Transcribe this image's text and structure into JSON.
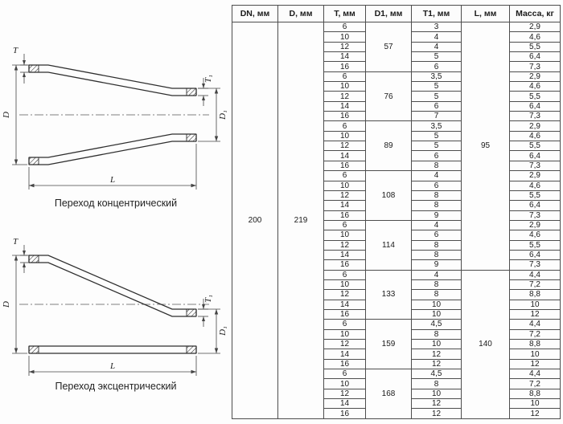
{
  "drawings": {
    "concentric": {
      "caption": "Переход концентрический",
      "labels": {
        "t": "T",
        "t1": "T₁",
        "d": "D",
        "d1": "D₁",
        "l": "L"
      }
    },
    "eccentric": {
      "caption": "Переход эксцентрический",
      "labels": {
        "t": "T",
        "t1": "T₁",
        "d": "D",
        "d1": "D₁",
        "l": "L"
      }
    }
  },
  "table": {
    "headers": [
      "DN, мм",
      "D, мм",
      "T, мм",
      "D1, мм",
      "T1, мм",
      "L, мм",
      "Масса, кг"
    ],
    "dn": "200",
    "d": "219",
    "t_values": [
      "6",
      "10",
      "12",
      "14",
      "16"
    ],
    "l_groups": [
      {
        "value": "95",
        "groups": 5
      },
      {
        "value": "140",
        "groups": 3
      }
    ],
    "groups": [
      {
        "d1": "57",
        "t1": [
          "3",
          "4",
          "4",
          "5",
          "6"
        ],
        "mass": [
          "2,9",
          "4,6",
          "5,5",
          "6,4",
          "7,3"
        ]
      },
      {
        "d1": "76",
        "t1": [
          "3,5",
          "5",
          "5",
          "6",
          "7"
        ],
        "mass": [
          "2,9",
          "4,6",
          "5,5",
          "6,4",
          "7,3"
        ]
      },
      {
        "d1": "89",
        "t1": [
          "3,5",
          "5",
          "5",
          "6",
          "8"
        ],
        "mass": [
          "2,9",
          "4,6",
          "5,5",
          "6,4",
          "7,3"
        ]
      },
      {
        "d1": "108",
        "t1": [
          "4",
          "6",
          "8",
          "8",
          "9"
        ],
        "mass": [
          "2,9",
          "4,6",
          "5,5",
          "6,4",
          "7,3"
        ]
      },
      {
        "d1": "114",
        "t1": [
          "4",
          "6",
          "8",
          "8",
          "9"
        ],
        "mass": [
          "2,9",
          "4,6",
          "5,5",
          "6,4",
          "7,3"
        ]
      },
      {
        "d1": "133",
        "t1": [
          "4",
          "8",
          "8",
          "10",
          "10"
        ],
        "mass": [
          "4,4",
          "7,2",
          "8,8",
          "10",
          "12"
        ]
      },
      {
        "d1": "159",
        "t1": [
          "4,5",
          "8",
          "10",
          "12",
          "12"
        ],
        "mass": [
          "4,4",
          "7,2",
          "8,8",
          "10",
          "12"
        ]
      },
      {
        "d1": "168",
        "t1": [
          "4,5",
          "8",
          "10",
          "12",
          "12"
        ],
        "mass": [
          "4,4",
          "7,2",
          "8,8",
          "10",
          "12"
        ]
      }
    ]
  }
}
